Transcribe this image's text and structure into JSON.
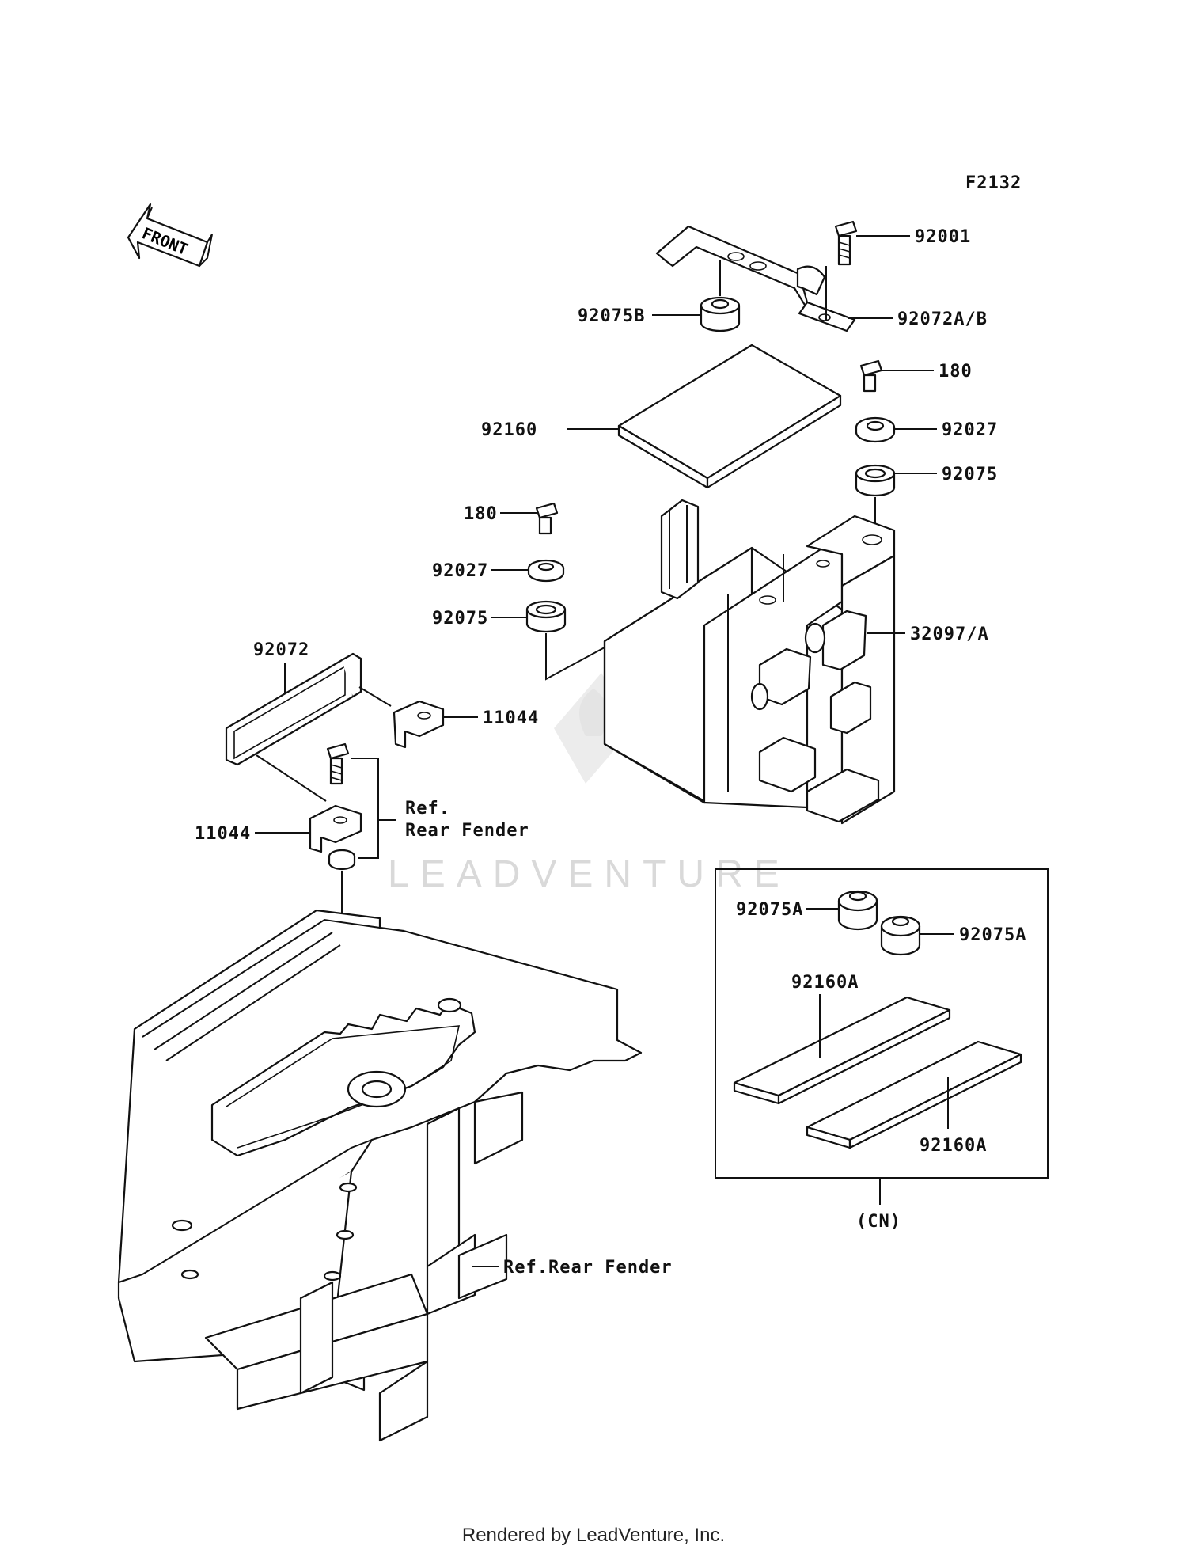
{
  "figure_code": "F2132",
  "front_arrow_text": "FRONT",
  "watermark": "LEADVENTURE",
  "footer": "Rendered by LeadVenture, Inc.",
  "labels": {
    "p92001": "92001",
    "p92072ab": "92072A/B",
    "p92075b": "92075B",
    "p180_right": "180",
    "p92160": "92160",
    "p92027_right": "92027",
    "p92075_right": "92075",
    "p180_left": "180",
    "p92027_left": "92027",
    "p92075_left": "92075",
    "p32097a": "32097/A",
    "p92072": "92072",
    "p11044_top": "11044",
    "p11044_bottom": "11044",
    "ref_line1": "Ref.",
    "ref_line2": "Rear Fender",
    "ref_rear_fender": "Ref.Rear Fender",
    "kit_92075a_left": "92075A",
    "kit_92075a_right": "92075A",
    "kit_92160a_top": "92160A",
    "kit_92160a_bottom": "92160A",
    "kit_cn": "(CN)"
  }
}
